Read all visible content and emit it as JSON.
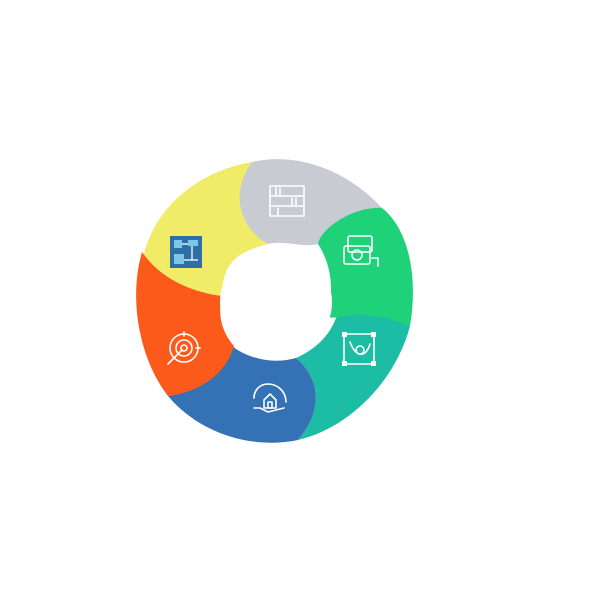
{
  "diagram": {
    "type": "cycle",
    "segments": [
      {
        "id": "gray",
        "color": "#c8cbd2",
        "icon": "bookshelf-icon"
      },
      {
        "id": "green",
        "color": "#1fd27a",
        "icon": "money-exchange-icon"
      },
      {
        "id": "teal",
        "color": "#1dbca5",
        "icon": "vector-design-icon"
      },
      {
        "id": "blue",
        "color": "#3471b5",
        "icon": "hand-home-icon"
      },
      {
        "id": "orange",
        "color": "#fb5a1a",
        "icon": "gear-target-icon"
      },
      {
        "id": "yellow",
        "color": "#f0ec67",
        "icon": "circuit-board-icon"
      }
    ],
    "center_color": "#ffffff"
  }
}
